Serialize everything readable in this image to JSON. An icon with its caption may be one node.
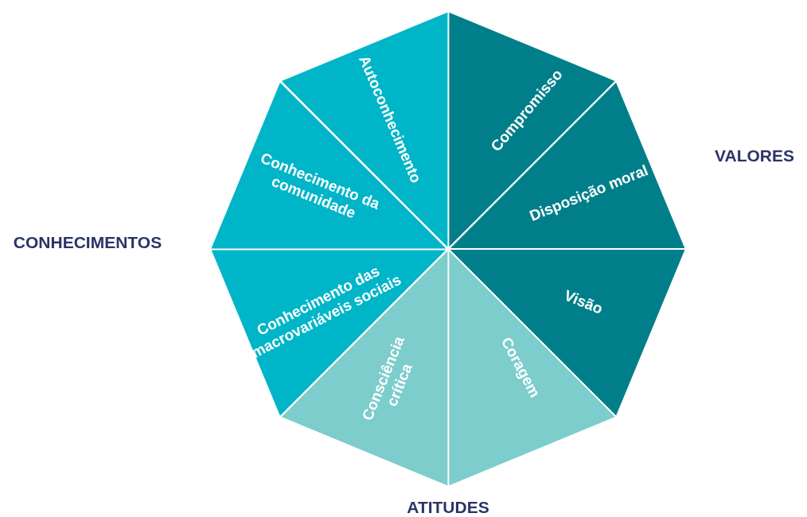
{
  "diagram": {
    "nodes": [
      {
        "text": [
          "Compromisso"
        ]
      },
      {
        "text": [
          "Disposição moral"
        ]
      },
      {
        "text": [
          "Visão"
        ]
      },
      {
        "text": [
          "Coragem"
        ]
      },
      {
        "text": [
          "Consciência crítica"
        ]
      },
      {
        "text": [
          "Conhecimento das macrovariáveis sociais"
        ]
      },
      {
        "text": [
          "Conhecimento da comunidade"
        ]
      },
      {
        "text": [
          "Autoconhecimento"
        ]
      }
    ],
    "labels": [
      "VALORES",
      "CONHECIMENTOS",
      "ATITUDES"
    ]
  }
}
